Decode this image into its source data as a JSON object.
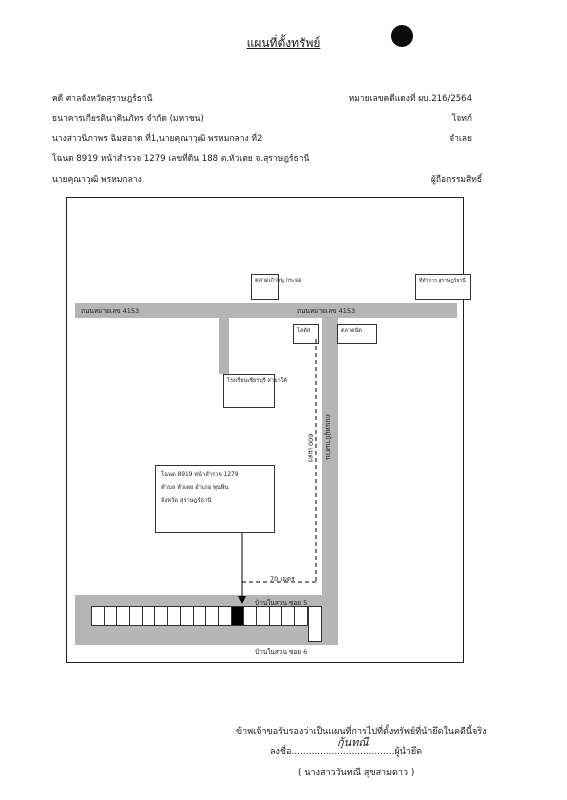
{
  "header": {
    "title": "แผนที่ตั้งทรัพย์"
  },
  "case": {
    "court": "คดี ศาลจังหวัดสุราษฎร์ธานี",
    "red_case_no": "หมายเลขคดีแดงที่ ผบ.216/2564",
    "plaintiff": "ธนาคารเกียรตินาคินภัทร จำกัด (มหาชน)",
    "plaintiff_role": "โจทก์",
    "defendants": "นางสาวนิภาพร ฉิมสอาด ที่1,นายคุณาวุฒิ พรหมกลาง ที่2",
    "defendant_role": "จำเลย",
    "deed": "โฉนด 8919 หน้าสำรวจ 1279 เลขที่ดิน 188 ต.หัวเตย  จ.สุราษฎร์ธานี",
    "owner": "นายคุณาวุฒิ พรหมกลาง",
    "owner_role": "ผู้ถือกรรมสิทธิ์"
  },
  "map": {
    "road_left": "ถนนหมายเลข 4153",
    "road_right": "ถนนหมายเลข 4153",
    "lane_vertical": "ถนนหมู่บ้านสวน",
    "box_market": "ตลาดเก้าจนุ กระจอ",
    "box_office": "ที่ทำการ สุราษฎร์ธานี",
    "box_lotus": "โลตัส",
    "box_talad": "ตลาดนัด",
    "box_school": "โรงเรียนเชียรบุรี สาขาใต้",
    "dist_vertical": "600 เมตร",
    "dist_horizontal": "70 เมตร",
    "property_box": {
      "line1": "โฉนด 8919  หน้าสำรวจ  1279",
      "line2": "ตำบล หัวเตย  อำเภอ  พุนพิน",
      "line3": "จังหวัด สุราษฎร์ธานี"
    },
    "soi5": "บ้านในสวน ซอย 5",
    "soi6": "บ้านในสวน ซอย 6",
    "colors": {
      "road": "#b5b5b5",
      "property": "#000000"
    }
  },
  "certification": {
    "statement": "ข้าพเจ้าขอรับรองว่าเป็นแผนที่การไปที่ตั้งทรัพย์ที่นำยึดในคดีนี้จริง",
    "sign_prefix": "ลงชื่อ",
    "sign_dots": "..........................",
    "sign_suffix": "..........ผู้นำยึด",
    "signature": "กุ้นทณี",
    "name": "(  นางสาววันทณี สุขสามดาว )"
  }
}
